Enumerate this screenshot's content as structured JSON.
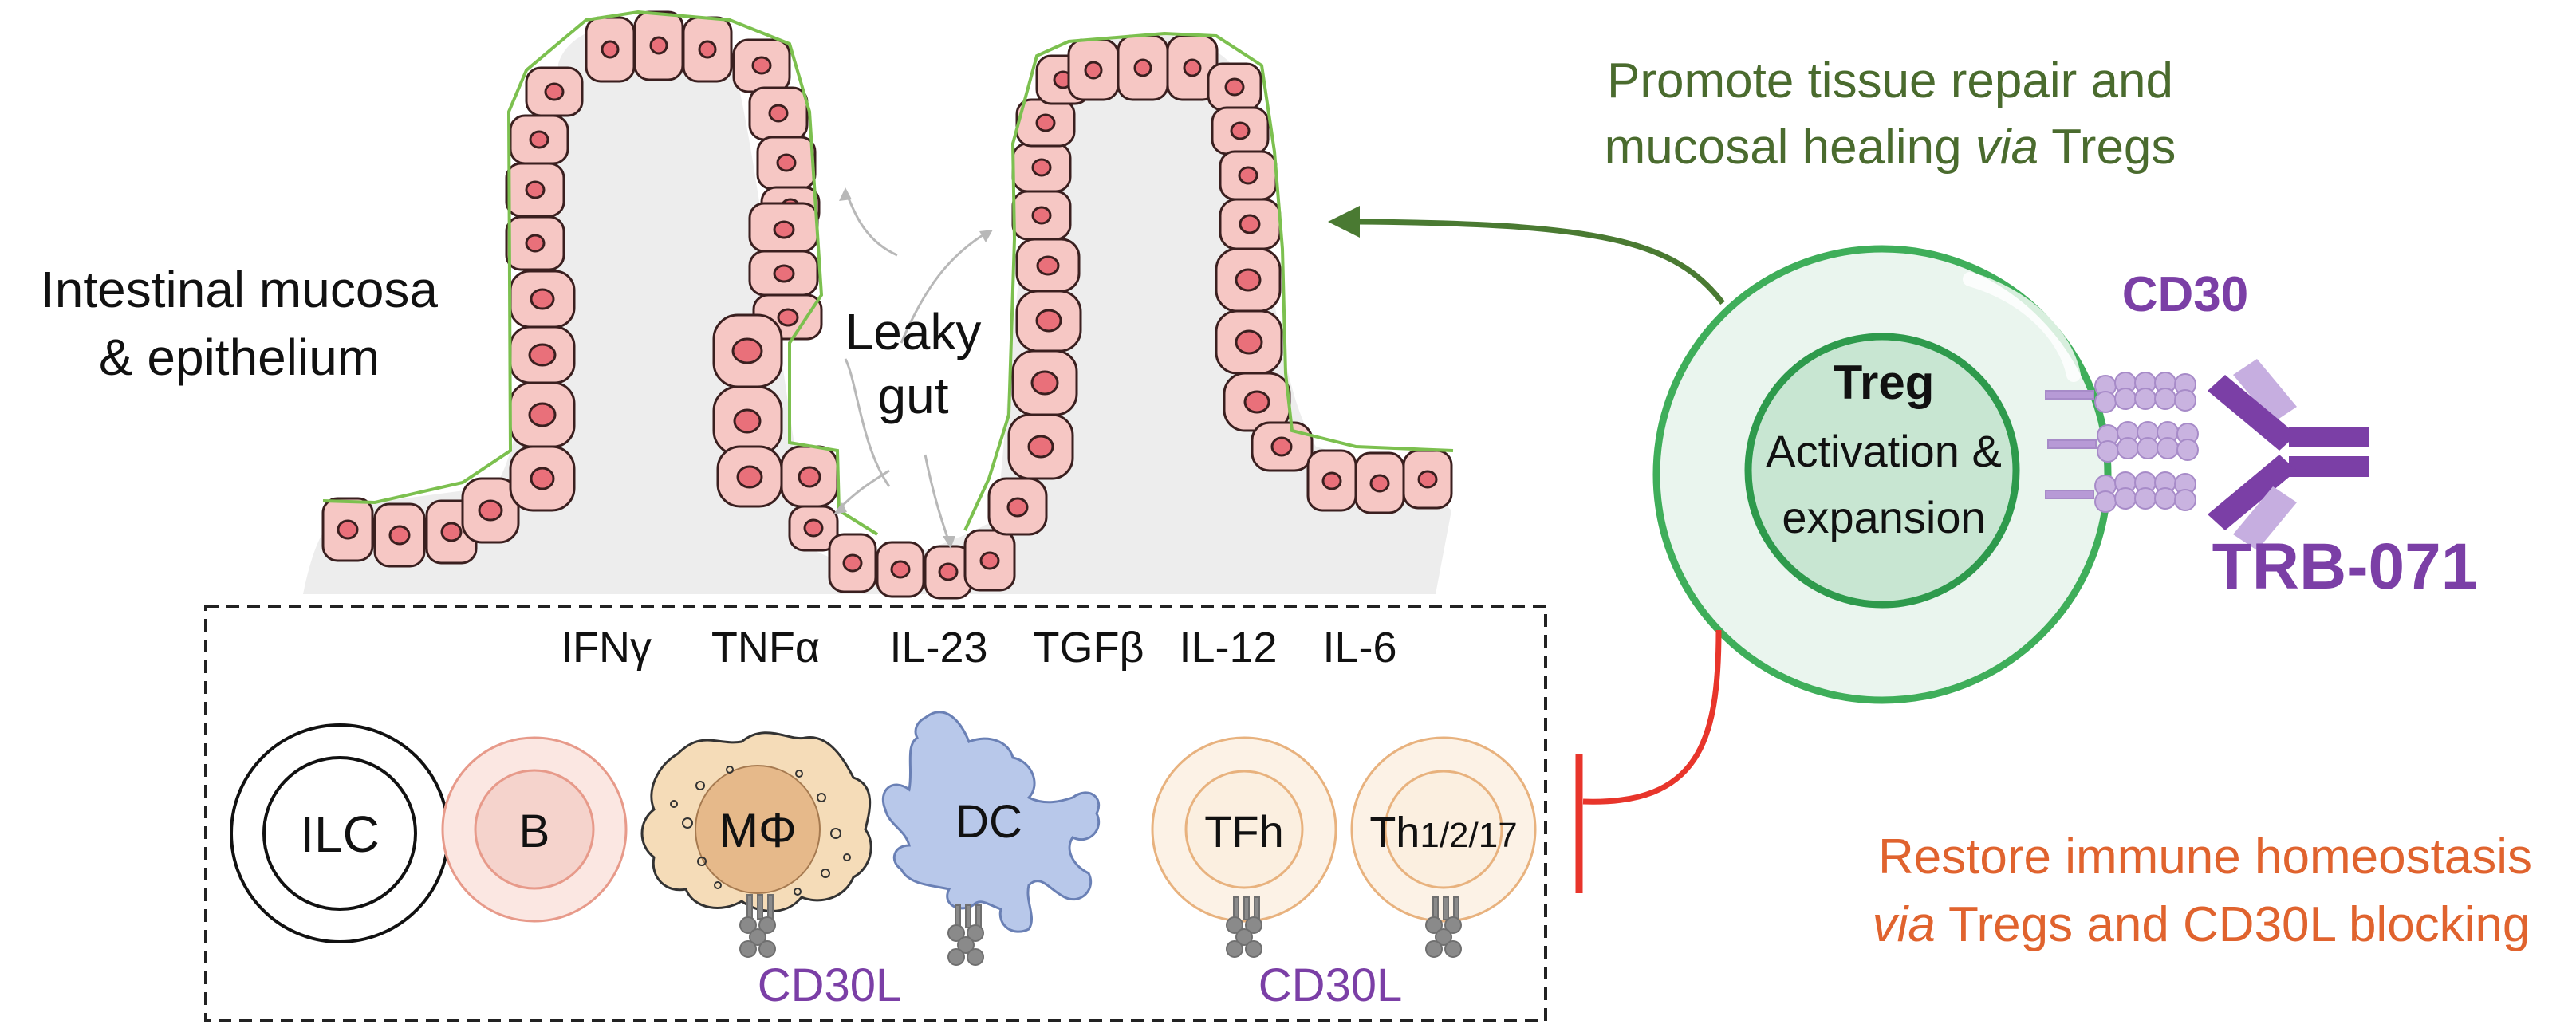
{
  "mucosa_label": {
    "line1": "Intestinal mucosa",
    "line2": "& epithelium"
  },
  "leaky_gut": {
    "line1": "Leaky",
    "line2": "gut"
  },
  "repair": {
    "line1": "Promote tissue repair and",
    "line2_pre": "mucosal healing ",
    "line2_via": "via",
    "line2_post": " Tregs"
  },
  "treg": {
    "title": "Treg",
    "line1": "Activation &",
    "line2": "expansion"
  },
  "cd30": "CD30",
  "antibody": "TRB-071",
  "homeostasis": {
    "line1": "Restore immune homeostasis",
    "line2_via": "via",
    "line2_post": " Tregs and CD30L blocking"
  },
  "cytokines": [
    "IFNγ",
    "TNFα",
    "IL-23",
    "TGFβ",
    "IL-12",
    "IL-6"
  ],
  "cells": {
    "ilc": "ILC",
    "b": "B",
    "macrophage": "MΦ",
    "dc": "DC",
    "tfh": "TFh",
    "th": "Th",
    "th_sub": "1/2/17"
  },
  "cd30l_1": "CD30L",
  "cd30l_2": "CD30L",
  "colors": {
    "green_text": "#4a6b2e",
    "green_membrane": "#3fae5a",
    "purple": "#7b3fa6",
    "orange": "#e0632e",
    "red": "#e8352b",
    "epithelial_fill": "#f6c7c4",
    "nucleus": "#e9707a"
  }
}
